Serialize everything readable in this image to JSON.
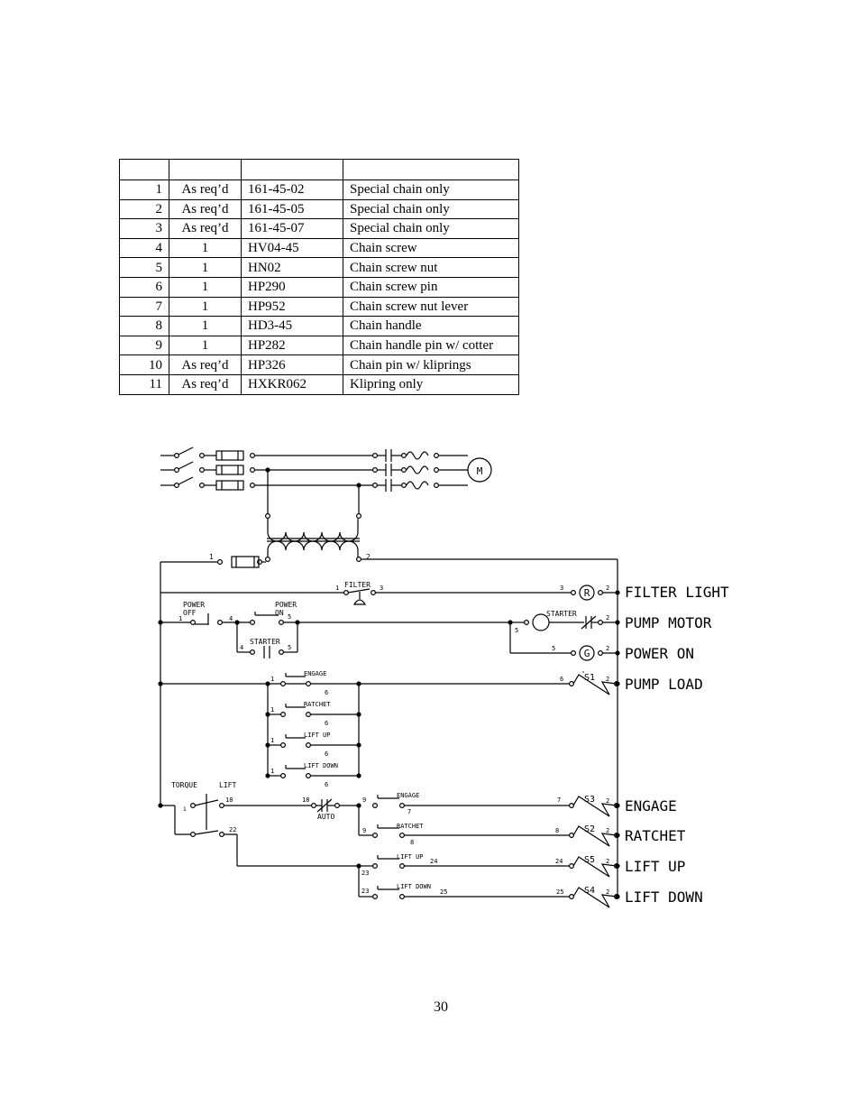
{
  "parts_table": {
    "header": [
      "",
      "",
      "",
      ""
    ],
    "rows": [
      {
        "item": "1",
        "qty": "As req’d",
        "part": "161-45-02",
        "desc": "Special chain only"
      },
      {
        "item": "2",
        "qty": "As req’d",
        "part": "161-45-05",
        "desc": "Special chain only"
      },
      {
        "item": "3",
        "qty": "As req’d",
        "part": "161-45-07",
        "desc": "Special chain only"
      },
      {
        "item": "4",
        "qty": "1",
        "part": "HV04-45",
        "desc": "Chain screw"
      },
      {
        "item": "5",
        "qty": "1",
        "part": "HN02",
        "desc": "Chain screw nut"
      },
      {
        "item": "6",
        "qty": "1",
        "part": "HP290",
        "desc": "Chain screw pin"
      },
      {
        "item": "7",
        "qty": "1",
        "part": "HP952",
        "desc": "Chain screw nut lever"
      },
      {
        "item": "8",
        "qty": "1",
        "part": "HD3-45",
        "desc": "Chain handle"
      },
      {
        "item": "9",
        "qty": "1",
        "part": "HP282",
        "desc": "Chain handle pin w/ cotter"
      },
      {
        "item": "10",
        "qty": "As req’d",
        "part": "HP326",
        "desc": "Chain pin w/ kliprings"
      },
      {
        "item": "11",
        "qty": "As req’d",
        "part": "HXKR062",
        "desc": "Klipring only"
      }
    ]
  },
  "schematic": {
    "motor_label": "M",
    "rung_labels": {
      "filter_light": "FILTER LIGHT",
      "pump_motor": "PUMP MOTOR",
      "power_on": "POWER ON",
      "pump_load": "PUMP LOAD",
      "engage": "ENGAGE",
      "ratchet": "RATCHET",
      "lift_up": "LIFT UP",
      "lift_down": "LIFT DOWN"
    },
    "component_labels": {
      "filter": "FILTER",
      "power_off": "POWER\nOFF",
      "power_on": "POWER\nON",
      "starter": "STARTER",
      "starter_coil": "STARTER",
      "engage": "ENGAGE",
      "ratchet": "RATCHET",
      "lift_up": "LIFT UP",
      "lift_down": "LIFT DOWN",
      "torque": "TORQUE",
      "lift": "LIFT",
      "auto": "AUTO",
      "lamp_r": "R",
      "lamp_g": "G",
      "s1": "S1",
      "s2": "S2",
      "s3": "S3",
      "s4": "S4",
      "s5": "S5"
    },
    "wire_numbers": {
      "n1": "1",
      "n2": "2",
      "n3": "3",
      "n4": "4",
      "n5": "5",
      "n6": "6",
      "n7": "7",
      "n8": "8",
      "n9": "9",
      "n18": "18",
      "n22": "22",
      "n23": "23",
      "n24": "24",
      "n25": "25"
    }
  },
  "page_number": "30"
}
